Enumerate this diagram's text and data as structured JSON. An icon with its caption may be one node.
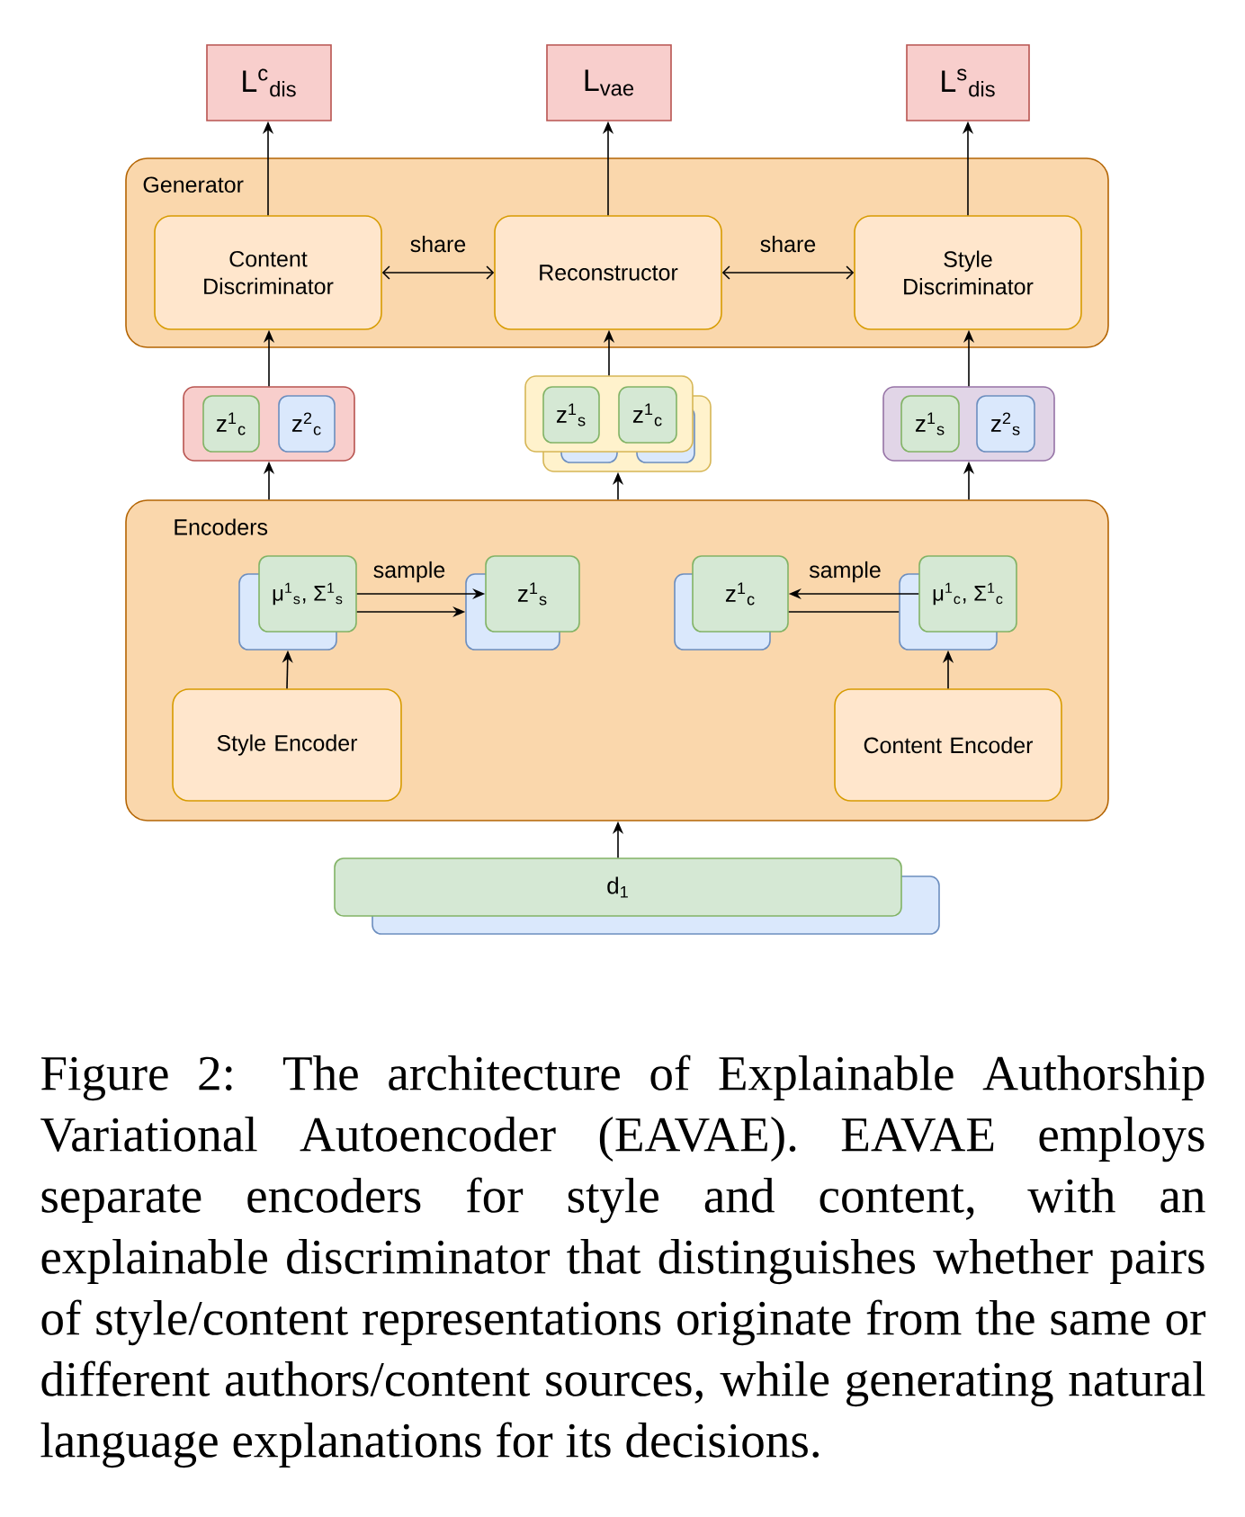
{
  "diagram": {
    "caption": "Figure 2: The architecture of Explainable Authorship Variational Autoencoder (EAVAE). EAVAE employs separate encoders for style and content, with an explainable discriminator that distinguishes whether pairs of style/content representations originate from the same or different authors/content sources, while generating natural language explanations for its decisions.",
    "nodes": [
      {
        "text": [
          "L$^{c}$$_{dis}$"
        ]
      },
      {
        "text": [
          "L$_{vae}$"
        ]
      },
      {
        "text": [
          "L$^{s}$$_{dis}$"
        ]
      },
      {
        "text": [
          "Generator"
        ]
      },
      {
        "text": [
          "Content Discriminator"
        ],
        "in": 3
      },
      {
        "text": [
          "Reconstructor"
        ],
        "in": 3
      },
      {
        "text": [
          "Style Discriminator"
        ],
        "in": 3
      },
      {
        "text": [],
        "shape": "box"
      },
      {
        "text": [
          "z$^{1}$$_{c}$"
        ],
        "in": 7
      },
      {
        "text": [
          "z$^{2}$$_{c}$"
        ],
        "in": 7
      },
      {
        "text": [],
        "shape": "box"
      },
      {
        "text": [
          "z$^{1}$$_{s}$"
        ],
        "in": 10
      },
      {
        "text": [
          "z$^{1}$$_{c}$"
        ],
        "in": 10
      },
      {
        "text": [],
        "shape": "box"
      },
      {
        "text": [
          "z$^{1}$$_{s}$"
        ],
        "in": 13
      },
      {
        "text": [
          "z$^{2}$$_{s}$"
        ],
        "in": 13
      },
      {
        "text": [
          "Encoders"
        ]
      },
      {
        "text": [
          "μ$^{1}$$_{s}$, Σ$^{1}$$_{s}$"
        ],
        "in": 16
      },
      {
        "text": [
          "z$^{1}$$_{s}$"
        ],
        "in": 16
      },
      {
        "text": [
          "z$^{1}$$_{c}$"
        ],
        "in": 16
      },
      {
        "text": [
          "μ$^{1}$$_{c}$, Σ$^{1}$$_{c}$"
        ],
        "in": 16
      },
      {
        "text": [
          "Style Encoder"
        ],
        "in": 16
      },
      {
        "text": [
          "Content Encoder"
        ],
        "in": 16
      },
      {
        "text": [
          "d$_{1}$"
        ]
      }
    ],
    "edges": [
      {
        "from": 4,
        "to": 0,
        "arrow": "to"
      },
      {
        "from": 5,
        "to": 1,
        "arrow": "to"
      },
      {
        "from": 6,
        "to": 2,
        "arrow": "to"
      },
      {
        "from": 4,
        "to": 5,
        "arrow": "both",
        "label": "share"
      },
      {
        "from": 5,
        "to": 6,
        "arrow": "both",
        "label": "share"
      },
      {
        "from": 7,
        "to": 4,
        "arrow": "to"
      },
      {
        "from": 10,
        "to": 5,
        "arrow": "to"
      },
      {
        "from": 13,
        "to": 6,
        "arrow": "to"
      },
      {
        "from": 16,
        "to": 7,
        "arrow": "to"
      },
      {
        "from": 16,
        "to": 10,
        "arrow": "to"
      },
      {
        "from": 16,
        "to": 13,
        "arrow": "to"
      },
      {
        "from": 21,
        "to": 17,
        "arrow": "to"
      },
      {
        "from": 22,
        "to": 20,
        "arrow": "to"
      },
      {
        "from": 17,
        "to": 18,
        "arrow": "to",
        "label": "sample"
      },
      {
        "from": 17,
        "to": 18,
        "arrow": "to"
      },
      {
        "from": 20,
        "to": 19,
        "arrow": "to",
        "label": "sample"
      },
      {
        "from": 20,
        "to": 19,
        "arrow": "none"
      },
      {
        "from": 23,
        "to": 16,
        "arrow": "to"
      }
    ]
  }
}
